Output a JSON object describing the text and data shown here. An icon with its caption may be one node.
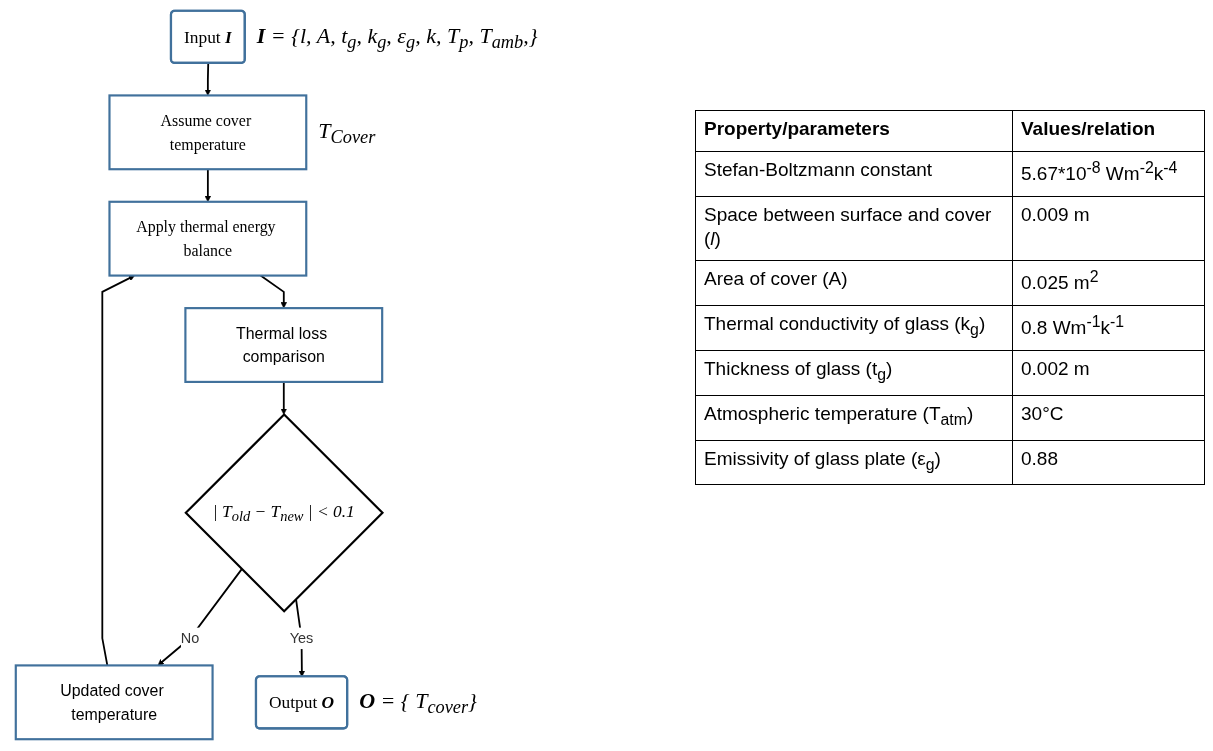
{
  "diagram": {
    "nodes": [
      {
        "text": [
          "Input **I**"
        ],
        "beside": [
          "**I** = {l, A, t$_{g}$, k$_{g}$, ε$_{g}$, k, T$_{p}$, T$_{amb}$,}"
        ]
      },
      {
        "text": [
          "Assume cover temperature"
        ],
        "beside": [
          "T$_{Cover}$"
        ]
      },
      {
        "text": [
          "Apply thermal energy balance"
        ]
      },
      {
        "text": [
          "Thermal loss comparison"
        ]
      },
      {
        "text": [
          "| T$_{old}$ − T$_{new}$ | < 0.1"
        ]
      },
      {
        "text": [
          "Updated cover temperature"
        ]
      },
      {
        "text": [
          "Output **O**"
        ],
        "beside": [
          "**O** = { T$_{cover}$}"
        ]
      }
    ],
    "edges": [
      {
        "from": 0,
        "to": 1,
        "arrow": "to"
      },
      {
        "from": 1,
        "to": 2,
        "arrow": "to"
      },
      {
        "from": 2,
        "to": 3,
        "arrow": "to"
      },
      {
        "from": 3,
        "to": 4,
        "arrow": "to"
      },
      {
        "from": 4,
        "to": 5,
        "arrow": "to",
        "label": "No"
      },
      {
        "from": 5,
        "to": 2,
        "arrow": "to"
      },
      {
        "from": 4,
        "to": 6,
        "arrow": "to",
        "label": "Yes"
      }
    ],
    "labels": [
      "Property/parameters",
      "Values/relation",
      "Stefan-Boltzmann constant",
      "5.67*10$^{-8}$ Wm$^{-2}$k$^{-4}$",
      "Space between surface and cover (*l*)",
      "0.009 m",
      "Area of cover (A)",
      "0.025 m$^{2}$",
      "Thermal conductivity of glass (k$_{g}$)",
      "0.8 Wm$^{-1}$k$^{-1}$",
      "Thickness of glass (t$_{g}$)",
      "0.002 m",
      "Atmospheric temperature (T$_{atm}$)",
      "30°C",
      "Emissivity of glass plate (ε$_{g}$)",
      "0.88"
    ]
  }
}
